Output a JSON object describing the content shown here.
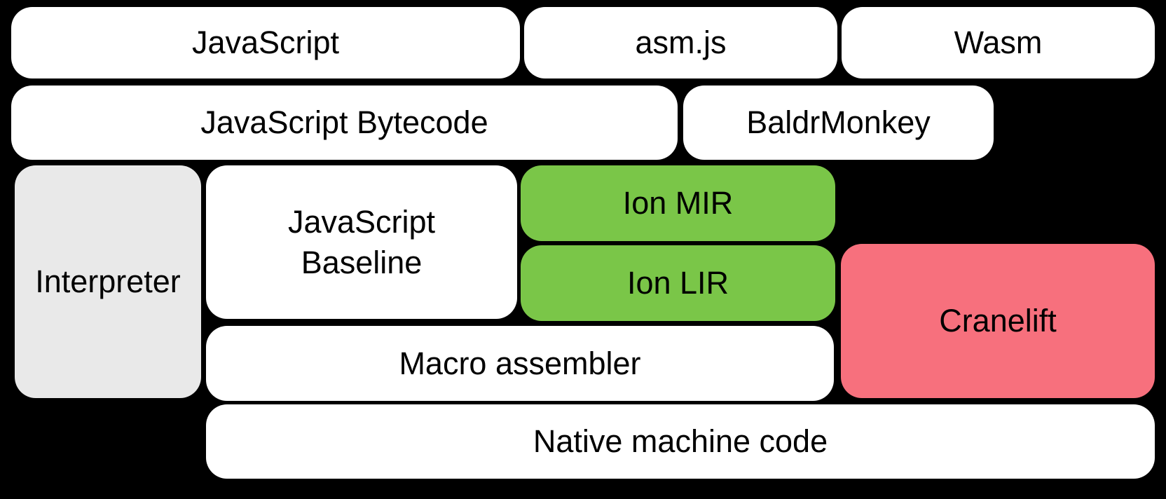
{
  "diagram": {
    "colors": {
      "bg": "#000000",
      "text": "#000000",
      "box_white": "#ffffff",
      "box_gray": "#e9e9e9",
      "box_green": "#7ac648",
      "box_pink": "#f7707d"
    },
    "nodes": {
      "javascript": {
        "label": "JavaScript"
      },
      "asmjs": {
        "label": "asm.js"
      },
      "wasm": {
        "label": "Wasm"
      },
      "bytecode": {
        "label": "JavaScript Bytecode"
      },
      "baldrmonkey": {
        "label": "BaldrMonkey"
      },
      "interpreter": {
        "label": "Interpreter"
      },
      "baseline": {
        "label": "JavaScript Baseline",
        "line1": "JavaScript",
        "line2": "Baseline"
      },
      "ion_mir": {
        "label": "Ion MIR"
      },
      "ion_lir": {
        "label": "Ion LIR"
      },
      "cranelift": {
        "label": "Cranelift"
      },
      "macro_assembler": {
        "label": "Macro assembler"
      },
      "native_code": {
        "label": "Native machine code"
      }
    }
  }
}
